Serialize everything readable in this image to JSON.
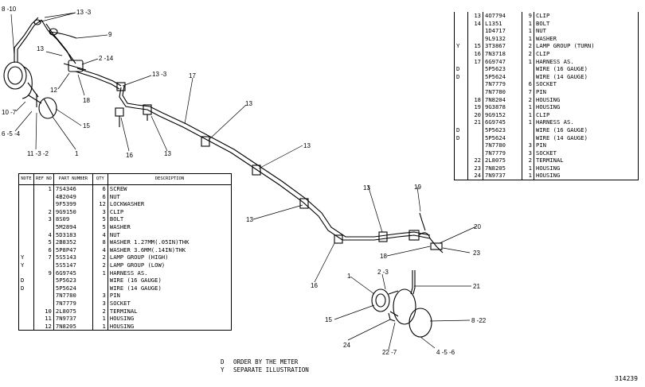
{
  "figure_number": "314239",
  "legend": [
    {
      "key": "D",
      "text": "ORDER BY THE METER"
    },
    {
      "key": "Y",
      "text": "SEPARATE ILLUSTRATION"
    }
  ],
  "left_table": {
    "headers": {
      "note": "NOTE",
      "ref": "REF NO",
      "part": "PART NUMBER",
      "qty": "QTY",
      "desc": "DESCRIPTION"
    },
    "rows": [
      {
        "note": "",
        "ref": "1",
        "part": "7S4346",
        "qty": "6",
        "desc": "SCREW"
      },
      {
        "note": "",
        "ref": "",
        "part": "4B2049",
        "qty": "6",
        "desc": "NUT"
      },
      {
        "note": "",
        "ref": "",
        "part": "9F5399",
        "qty": "12",
        "desc": "LOCKWASHER"
      },
      {
        "note": "",
        "ref": "2",
        "part": "9G9150",
        "qty": "3",
        "desc": "CLIP"
      },
      {
        "note": "",
        "ref": "3",
        "part": "8S09",
        "qty": "5",
        "desc": "BOLT"
      },
      {
        "note": "",
        "ref": "",
        "part": "5M2894",
        "qty": "5",
        "desc": "WASHER"
      },
      {
        "note": "",
        "ref": "4",
        "part": "5D3183",
        "qty": "4",
        "desc": "NUT"
      },
      {
        "note": "",
        "ref": "5",
        "part": "2B8352",
        "qty": "8",
        "desc": "WASHER 1.27MM(.05IN)THK"
      },
      {
        "note": "",
        "ref": "6",
        "part": "5P8P47",
        "qty": "4",
        "desc": "WASHER 3.6MM(.14IN)THK"
      },
      {
        "note": "Y",
        "ref": "7",
        "part": "5S5143",
        "qty": "2",
        "desc": "LAMP GROUP (HIGH)"
      },
      {
        "note": "Y",
        "ref": "",
        "part": "5S5147",
        "qty": "2",
        "desc": "LAMP GROUP (LOW)"
      },
      {
        "note": "",
        "ref": "9",
        "part": "6G9745",
        "qty": "1",
        "desc": "HARNESS AS."
      },
      {
        "note": "D",
        "ref": "",
        "part": "5P5623",
        "qty": "",
        "desc": "WIRE (16 GAUGE)"
      },
      {
        "note": "D",
        "ref": "",
        "part": "5P5624",
        "qty": "",
        "desc": "WIRE (14 GAUGE)"
      },
      {
        "note": "",
        "ref": "",
        "part": "7N7780",
        "qty": "3",
        "desc": "PIN"
      },
      {
        "note": "",
        "ref": "",
        "part": "7N7779",
        "qty": "3",
        "desc": "SOCKET"
      },
      {
        "note": "",
        "ref": "10",
        "part": "2L8075",
        "qty": "2",
        "desc": "TERMINAL"
      },
      {
        "note": "",
        "ref": "11",
        "part": "7N9737",
        "qty": "1",
        "desc": "HOUSING"
      },
      {
        "note": "",
        "ref": "12",
        "part": "7N8205",
        "qty": "1",
        "desc": "HOUSING"
      }
    ]
  },
  "right_table": {
    "rows": [
      {
        "note": "",
        "ref": "13",
        "part": "4O7794",
        "qty": "9",
        "desc": "CLIP"
      },
      {
        "note": "",
        "ref": "14",
        "part": "L1351",
        "qty": "1",
        "desc": "BOLT"
      },
      {
        "note": "",
        "ref": "",
        "part": "1D4717",
        "qty": "1",
        "desc": "NUT"
      },
      {
        "note": "",
        "ref": "",
        "part": "9L9132",
        "qty": "1",
        "desc": "WASHER"
      },
      {
        "note": "Y",
        "ref": "15",
        "part": "3T3867",
        "qty": "2",
        "desc": "LAMP GROUP (TURN)"
      },
      {
        "note": "",
        "ref": "16",
        "part": "7N3718",
        "qty": "2",
        "desc": "CLIP"
      },
      {
        "note": "",
        "ref": "17",
        "part": "6G9747",
        "qty": "1",
        "desc": "HARNESS AS."
      },
      {
        "note": "D",
        "ref": "",
        "part": "5P5623",
        "qty": "",
        "desc": "WIRE (16 GAUGE)"
      },
      {
        "note": "D",
        "ref": "",
        "part": "5P5624",
        "qty": "",
        "desc": "WIRE (14 GAUGE)"
      },
      {
        "note": "",
        "ref": "",
        "part": "7N7779",
        "qty": "6",
        "desc": "SOCKET"
      },
      {
        "note": "",
        "ref": "",
        "part": "7N7780",
        "qty": "7",
        "desc": "PIN"
      },
      {
        "note": "",
        "ref": "18",
        "part": "7N8204",
        "qty": "2",
        "desc": "HOUSING"
      },
      {
        "note": "",
        "ref": "19",
        "part": "9G3878",
        "qty": "1",
        "desc": "HOUSING"
      },
      {
        "note": "",
        "ref": "20",
        "part": "9G9152",
        "qty": "1",
        "desc": "CLIP"
      },
      {
        "note": "",
        "ref": "21",
        "part": "6G9745",
        "qty": "1",
        "desc": "HARNESS AS."
      },
      {
        "note": "D",
        "ref": "",
        "part": "5P5623",
        "qty": "",
        "desc": "WIRE (16 GAUGE)"
      },
      {
        "note": "D",
        "ref": "",
        "part": "5P5624",
        "qty": "",
        "desc": "WIRE (14 GAUGE)"
      },
      {
        "note": "",
        "ref": "",
        "part": "7N7780",
        "qty": "3",
        "desc": "PIN"
      },
      {
        "note": "",
        "ref": "",
        "part": "7N7779",
        "qty": "3",
        "desc": "SOCKET"
      },
      {
        "note": "",
        "ref": "22",
        "part": "2L8075",
        "qty": "2",
        "desc": "TERMINAL"
      },
      {
        "note": "",
        "ref": "23",
        "part": "7N8205",
        "qty": "1",
        "desc": "HOUSING"
      },
      {
        "note": "",
        "ref": "24",
        "part": "7N9737",
        "qty": "1",
        "desc": "HOUSING"
      }
    ]
  },
  "callouts": {
    "c1": "8 -10",
    "c2": "13 -3",
    "c3": "9",
    "c4": "13",
    "c5": "2 -14",
    "c6": "13 -3",
    "c7": "17",
    "c8": "12",
    "c9": "18",
    "c10": "10 -7",
    "c11": "6 -5 -4",
    "c12": "11 -3 -2",
    "c13": "1",
    "c14": "15",
    "c15": "16",
    "c16": "13",
    "c17": "13",
    "c18": "13",
    "c19": "13",
    "c20": "13",
    "c21": "19",
    "c22": "20",
    "c23": "18",
    "c24": "23",
    "c25": "16",
    "c26": "1",
    "c27": "2 -3",
    "c28": "21",
    "c29": "15",
    "c30": "8 -22",
    "c31": "24",
    "c32": "22 -7",
    "c33": "4 -5 -6"
  }
}
